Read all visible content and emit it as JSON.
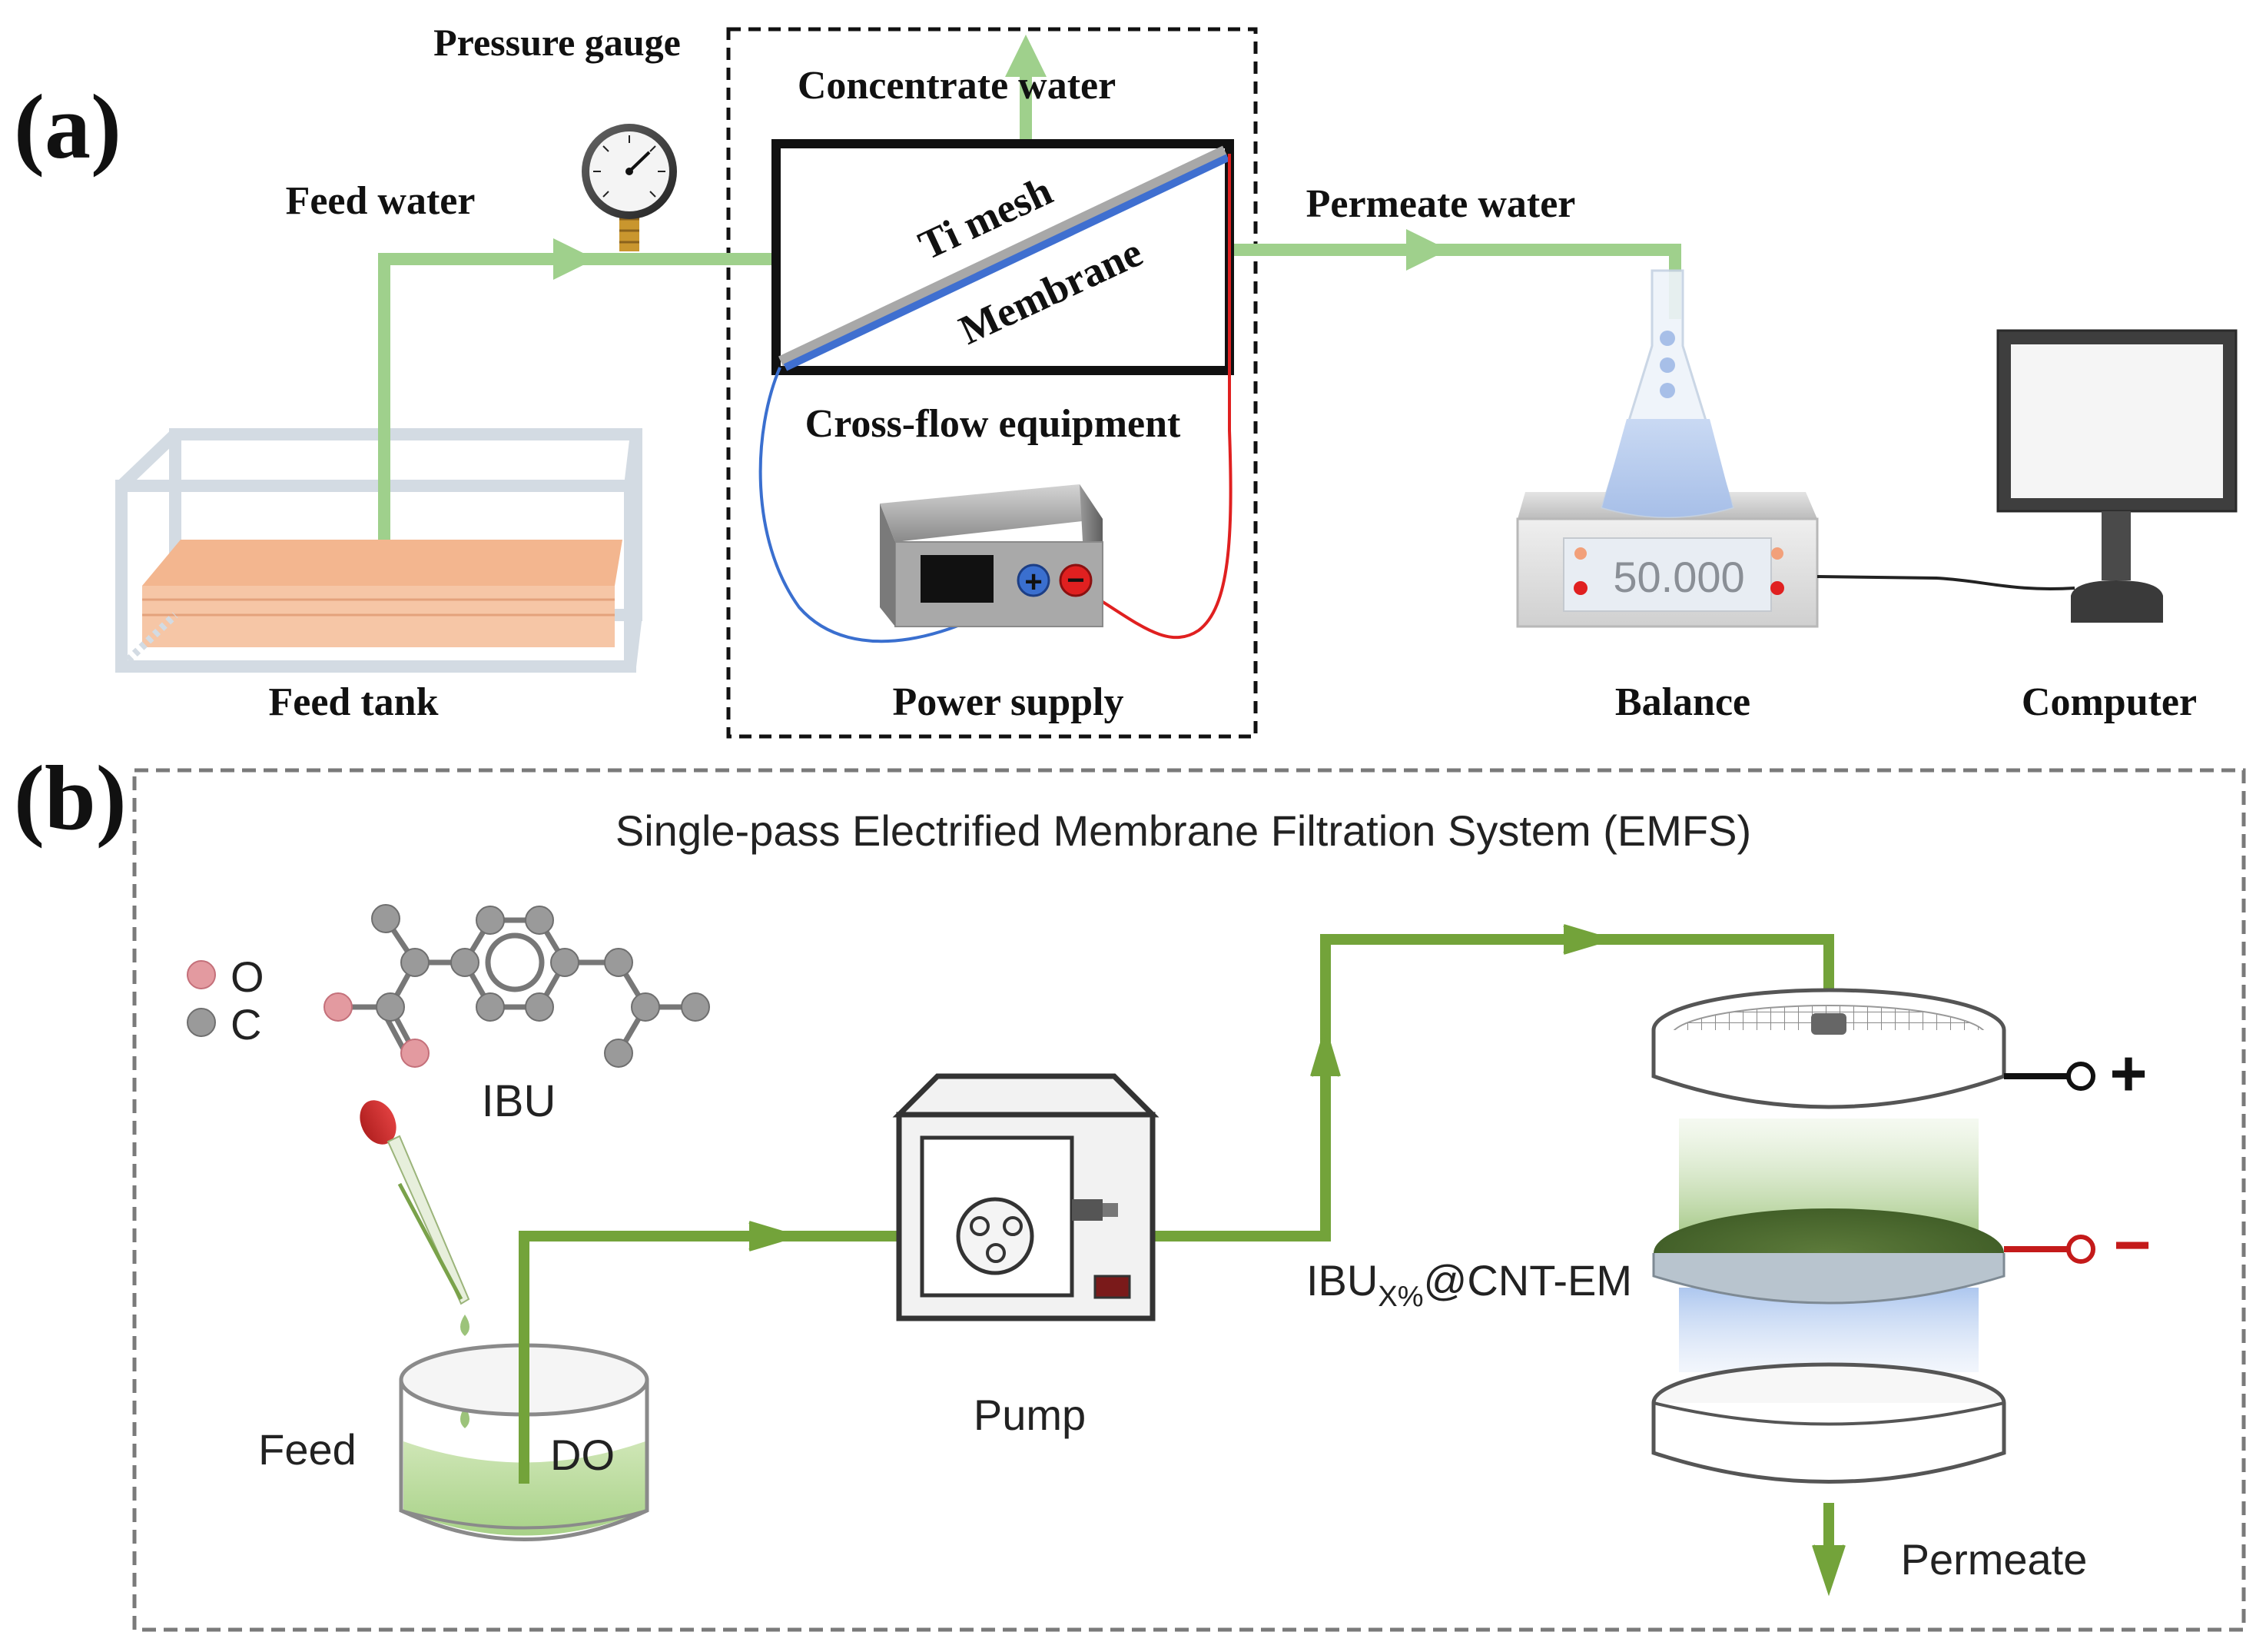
{
  "panel_a": {
    "label": "(a)",
    "pressure_gauge": "Pressure gauge",
    "concentrate_water": "Concentrate water",
    "feed_water": "Feed water",
    "permeate_water": "Permeate water",
    "ti_mesh": "Ti mesh",
    "membrane": "Membrane",
    "cross_flow": "Cross-flow equipment",
    "feed_tank": "Feed tank",
    "power_supply": "Power supply",
    "balance": "Balance",
    "balance_reading": "50.000",
    "computer": "Computer",
    "plus_symbol": "+",
    "minus_symbol": "−"
  },
  "panel_b": {
    "label": "(b)",
    "title": "Single-pass Electrified Membrane Filtration System (EMFS)",
    "legend_o": "O",
    "legend_c": "C",
    "molecule": "IBU",
    "feed": "Feed",
    "do": "DO",
    "pump": "Pump",
    "em_main": "IBU",
    "em_sub": "X%",
    "em_rest": "@CNT-EM",
    "permeate": "Permeate",
    "plus": "+",
    "minus": "−"
  },
  "colors": {
    "flow_light_green": "#9fd08c",
    "flow_dark_green": "#73a33a",
    "ti_mesh_gray": "#a8a8a8",
    "membrane_blue": "#3f6fd0",
    "wire_blue": "#3a6fcf",
    "wire_red": "#e02020",
    "oxygen_pink": "#e39aa0",
    "carbon_gray": "#9a9a9a",
    "tank_water_orange": "#f6c6a6"
  }
}
